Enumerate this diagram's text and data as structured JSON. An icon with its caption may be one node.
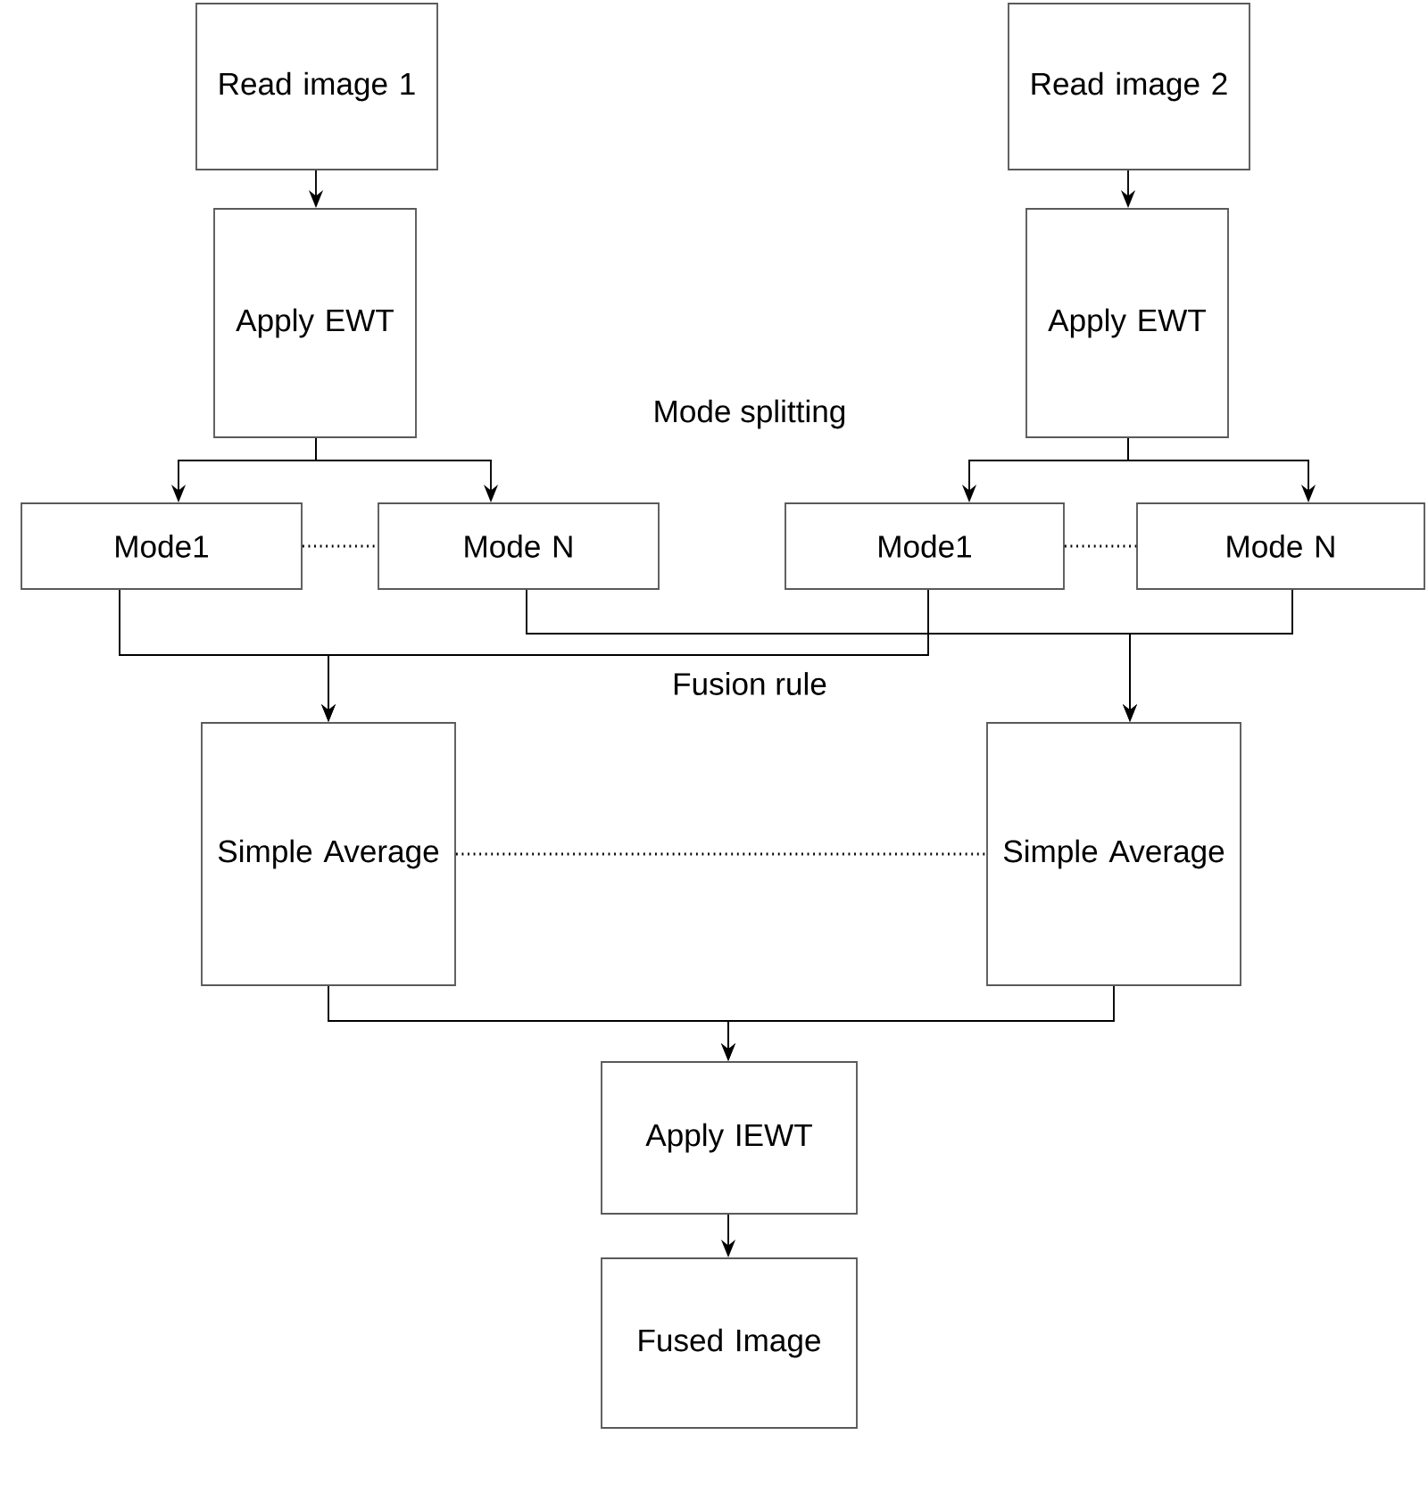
{
  "diagram": {
    "nodes": [
      {
        "text": [
          "Read image 1"
        ]
      },
      {
        "text": [
          "Read image 2"
        ]
      },
      {
        "text": [
          "Apply EWT"
        ]
      },
      {
        "text": [
          "Apply EWT"
        ]
      },
      {
        "text": [
          "Mode1"
        ]
      },
      {
        "text": [
          "Mode N"
        ]
      },
      {
        "text": [
          "Mode1"
        ]
      },
      {
        "text": [
          "Mode N"
        ]
      },
      {
        "text": [
          "Simple Average"
        ]
      },
      {
        "text": [
          "Simple Average"
        ]
      },
      {
        "text": [
          "Apply IEWT"
        ]
      },
      {
        "text": [
          "Fused Image"
        ]
      }
    ],
    "edges": [
      {
        "from": 0,
        "to": 2,
        "arrow": "to"
      },
      {
        "from": 1,
        "to": 3,
        "arrow": "to"
      },
      {
        "from": 2,
        "to": 4,
        "arrow": "to"
      },
      {
        "from": 2,
        "to": 5,
        "arrow": "to"
      },
      {
        "from": 3,
        "to": 6,
        "arrow": "to"
      },
      {
        "from": 3,
        "to": 7,
        "arrow": "to"
      },
      {
        "from": 4,
        "to": 5,
        "arrow": "none",
        "style": "dashed"
      },
      {
        "from": 6,
        "to": 7,
        "arrow": "none",
        "style": "dashed"
      },
      {
        "from": 4,
        "to": 8,
        "arrow": "to"
      },
      {
        "from": 6,
        "to": 8,
        "arrow": "to"
      },
      {
        "from": 5,
        "to": 9,
        "arrow": "to"
      },
      {
        "from": 7,
        "to": 9,
        "arrow": "to"
      },
      {
        "from": 8,
        "to": 9,
        "arrow": "none",
        "style": "dashed"
      },
      {
        "from": 8,
        "to": 10,
        "arrow": "to"
      },
      {
        "from": 9,
        "to": 10,
        "arrow": "to"
      },
      {
        "from": 10,
        "to": 11,
        "arrow": "to"
      }
    ],
    "labels": [
      "Mode splitting",
      "Fusion rule"
    ]
  }
}
